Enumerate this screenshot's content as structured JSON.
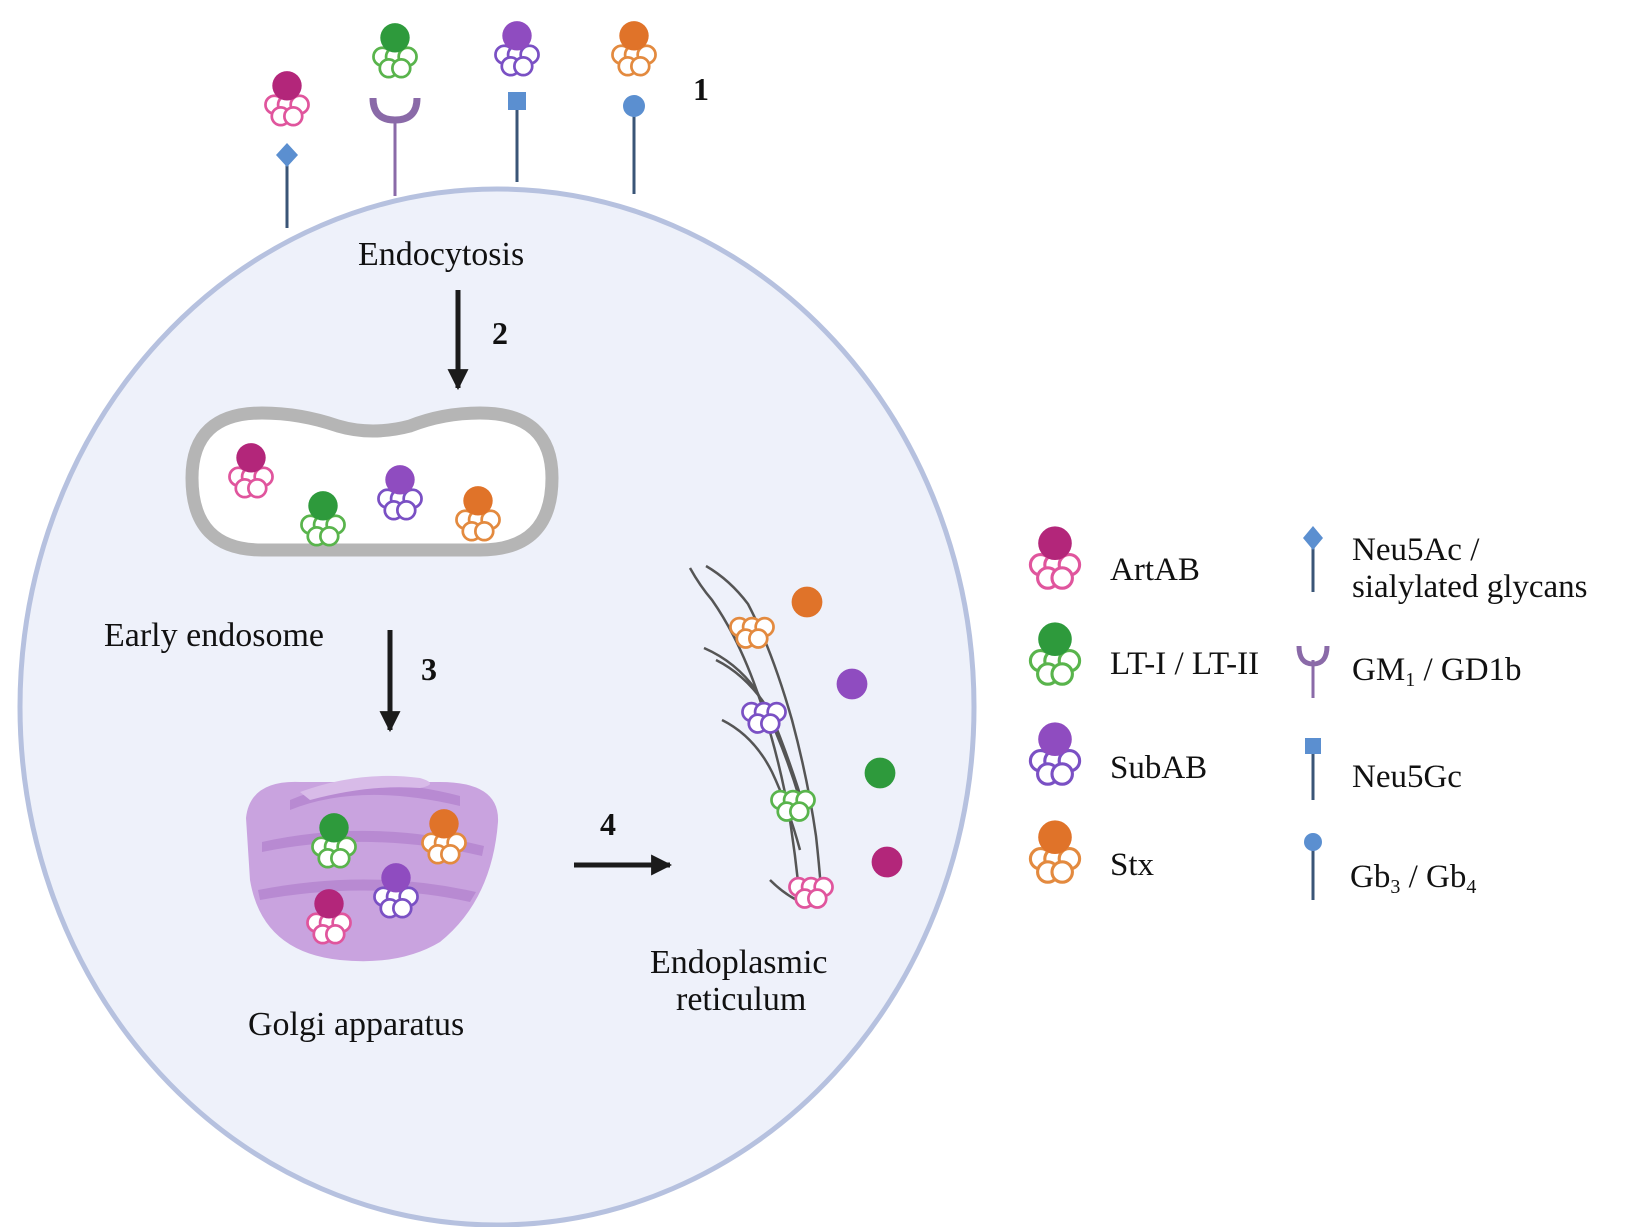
{
  "colors": {
    "cell_fill": "#eef1fa",
    "cell_stroke": "#b6c1df",
    "receptor_blue": "#5b8fd0",
    "receptor_stem": "#3a5577",
    "gm1_purple": "#8a6aa8",
    "endosome_ring": "#b5b5b5",
    "golgi": "#c9a3df",
    "arrow": "#1b1b1b"
  },
  "toxins": [
    {
      "id": "artab",
      "label": "ArtAB",
      "a_color": "#b3267a",
      "b_stroke": "#e0559d",
      "b_fill": "#ffffff"
    },
    {
      "id": "lt",
      "label": "LT-I / LT-II",
      "a_color": "#2e9a3c",
      "b_stroke": "#59b44c",
      "b_fill": "#ffffff"
    },
    {
      "id": "subab",
      "label": "SubAB",
      "a_color": "#8f4cc0",
      "b_stroke": "#7a50c4",
      "b_fill": "#ffffff"
    },
    {
      "id": "stx",
      "label": "Stx",
      "a_color": "#e07329",
      "b_stroke": "#e38a3f",
      "b_fill": "#ffffff"
    }
  ],
  "receptors": [
    {
      "id": "neu5ac",
      "icon": "diamond-receptor-icon",
      "label_line1": "Neu5Ac /",
      "label_line2": "sialylated glycans"
    },
    {
      "id": "gm1",
      "icon": "cup-receptor-icon",
      "label_main": "GM",
      "label_sub": "1",
      "label_rest": " / GD1b"
    },
    {
      "id": "neu5gc",
      "icon": "square-receptor-icon",
      "label": "Neu5Gc"
    },
    {
      "id": "gb3",
      "icon": "round-receptor-icon",
      "label_a": "Gb",
      "label_a_sub": "3",
      "label_mid": " / Gb",
      "label_b_sub": "4"
    }
  ],
  "steps": {
    "s1": "1",
    "s2": "2",
    "s3": "3",
    "s4": "4"
  },
  "compartments": {
    "endocytosis": "Endocytosis",
    "early_endosome": "Early endosome",
    "golgi": "Golgi apparatus",
    "er_line1": "Endoplasmic",
    "er_line2": "reticulum"
  }
}
